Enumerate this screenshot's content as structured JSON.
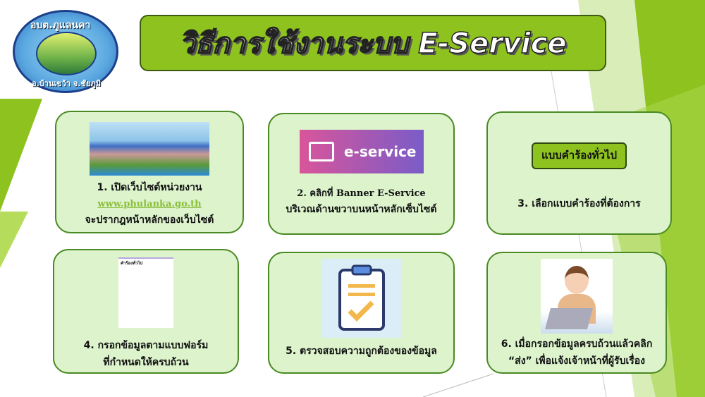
{
  "logo": {
    "top_text": "อบต.ภูแลนคา",
    "bottom_text": "อ.บ้านเขว้า จ.ชัยภูมิ"
  },
  "title": "วิธีการใช้งานระบบ E-Service",
  "steps": [
    {
      "line1": "1. เปิดเว็บไซต์หน่วยงาน",
      "link": "www.phulanka.go.th",
      "line2": "จะปรากฎหน้าหลักของเว็บไซต์"
    },
    {
      "line1": "2. คลิกที่ Banner E-Service",
      "line2": "บริเวณด้านขวาบนหน้าหลักเซ็บไซต์",
      "banner": "e-service"
    },
    {
      "line1": "3. เลือกแบบคำร้องที่ต้องการ",
      "badge": "แบบคำร้องทั่วไป"
    },
    {
      "line1": "4. กรอกข้อมูลตามแบบฟอร์ม",
      "line2": "ที่กำหนดให้ครบถ้วน",
      "form_title": "คำร้องทั่วไป"
    },
    {
      "line1": "5. ตรวจสอบความถูกต้องของข้อมูล"
    },
    {
      "line1": "6. เมื่อกรอกข้อมูลครบถ้วนแล้วคลิก",
      "line2": "“ส่ง” เพื่อแจ้งเจ้าหน้าที่ผู้รับเรื่อง"
    }
  ],
  "colors": {
    "accent": "#8dc21f",
    "card": "#dcf3cc",
    "border": "#4a8a22"
  }
}
